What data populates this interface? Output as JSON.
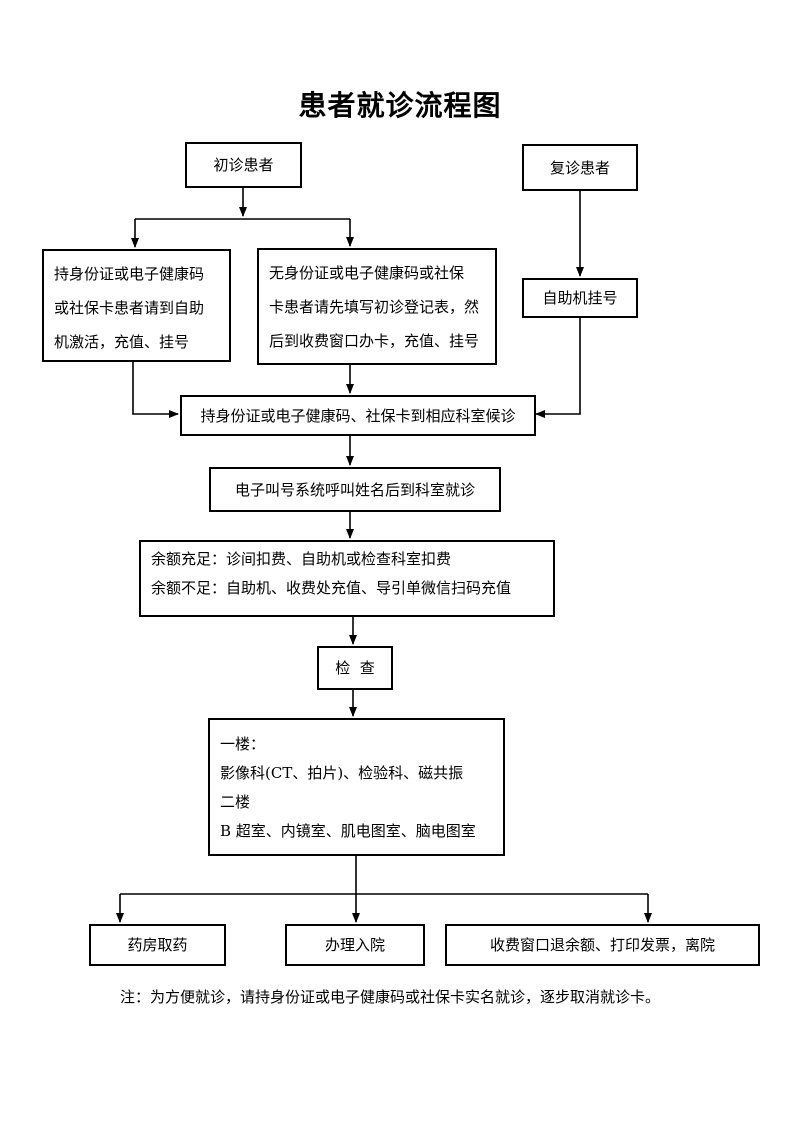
{
  "title": "患者就诊流程图",
  "nodes": {
    "first_visit": "初诊患者",
    "return_visit": "复诊患者",
    "with_id": [
      "持身份证或电子健康码",
      "或社保卡患者请到自助",
      "机激活，充值、挂号"
    ],
    "without_id": [
      "无身份证或电子健康码或社保",
      "卡患者请先填写初诊登记表，然",
      "后到收费窗口办卡，充值、挂号"
    ],
    "kiosk_register": "自助机挂号",
    "wait_department": "持身份证或电子健康码、社保卡到相应科室候诊",
    "call_system": "电子叫号系统呼叫姓名后到科室就诊",
    "payment": [
      "余额充足：诊间扣费、自助机或检查科室扣费",
      "余额不足：自助机、收费处充值、导引单微信扫码充值"
    ],
    "exam": "检  查",
    "floors": [
      "一楼：",
      "影像科(CT、拍片)、检验科、磁共振",
      "二楼",
      "B 超室、内镜室、肌电图室、脑电图室"
    ],
    "pharmacy": "药房取药",
    "admission": "办理入院",
    "checkout": "收费窗口退余额、打印发票，离院"
  },
  "note": "注：为方便就诊，请持身份证或电子健康码或社保卡实名就诊，逐步取消就诊卡。"
}
